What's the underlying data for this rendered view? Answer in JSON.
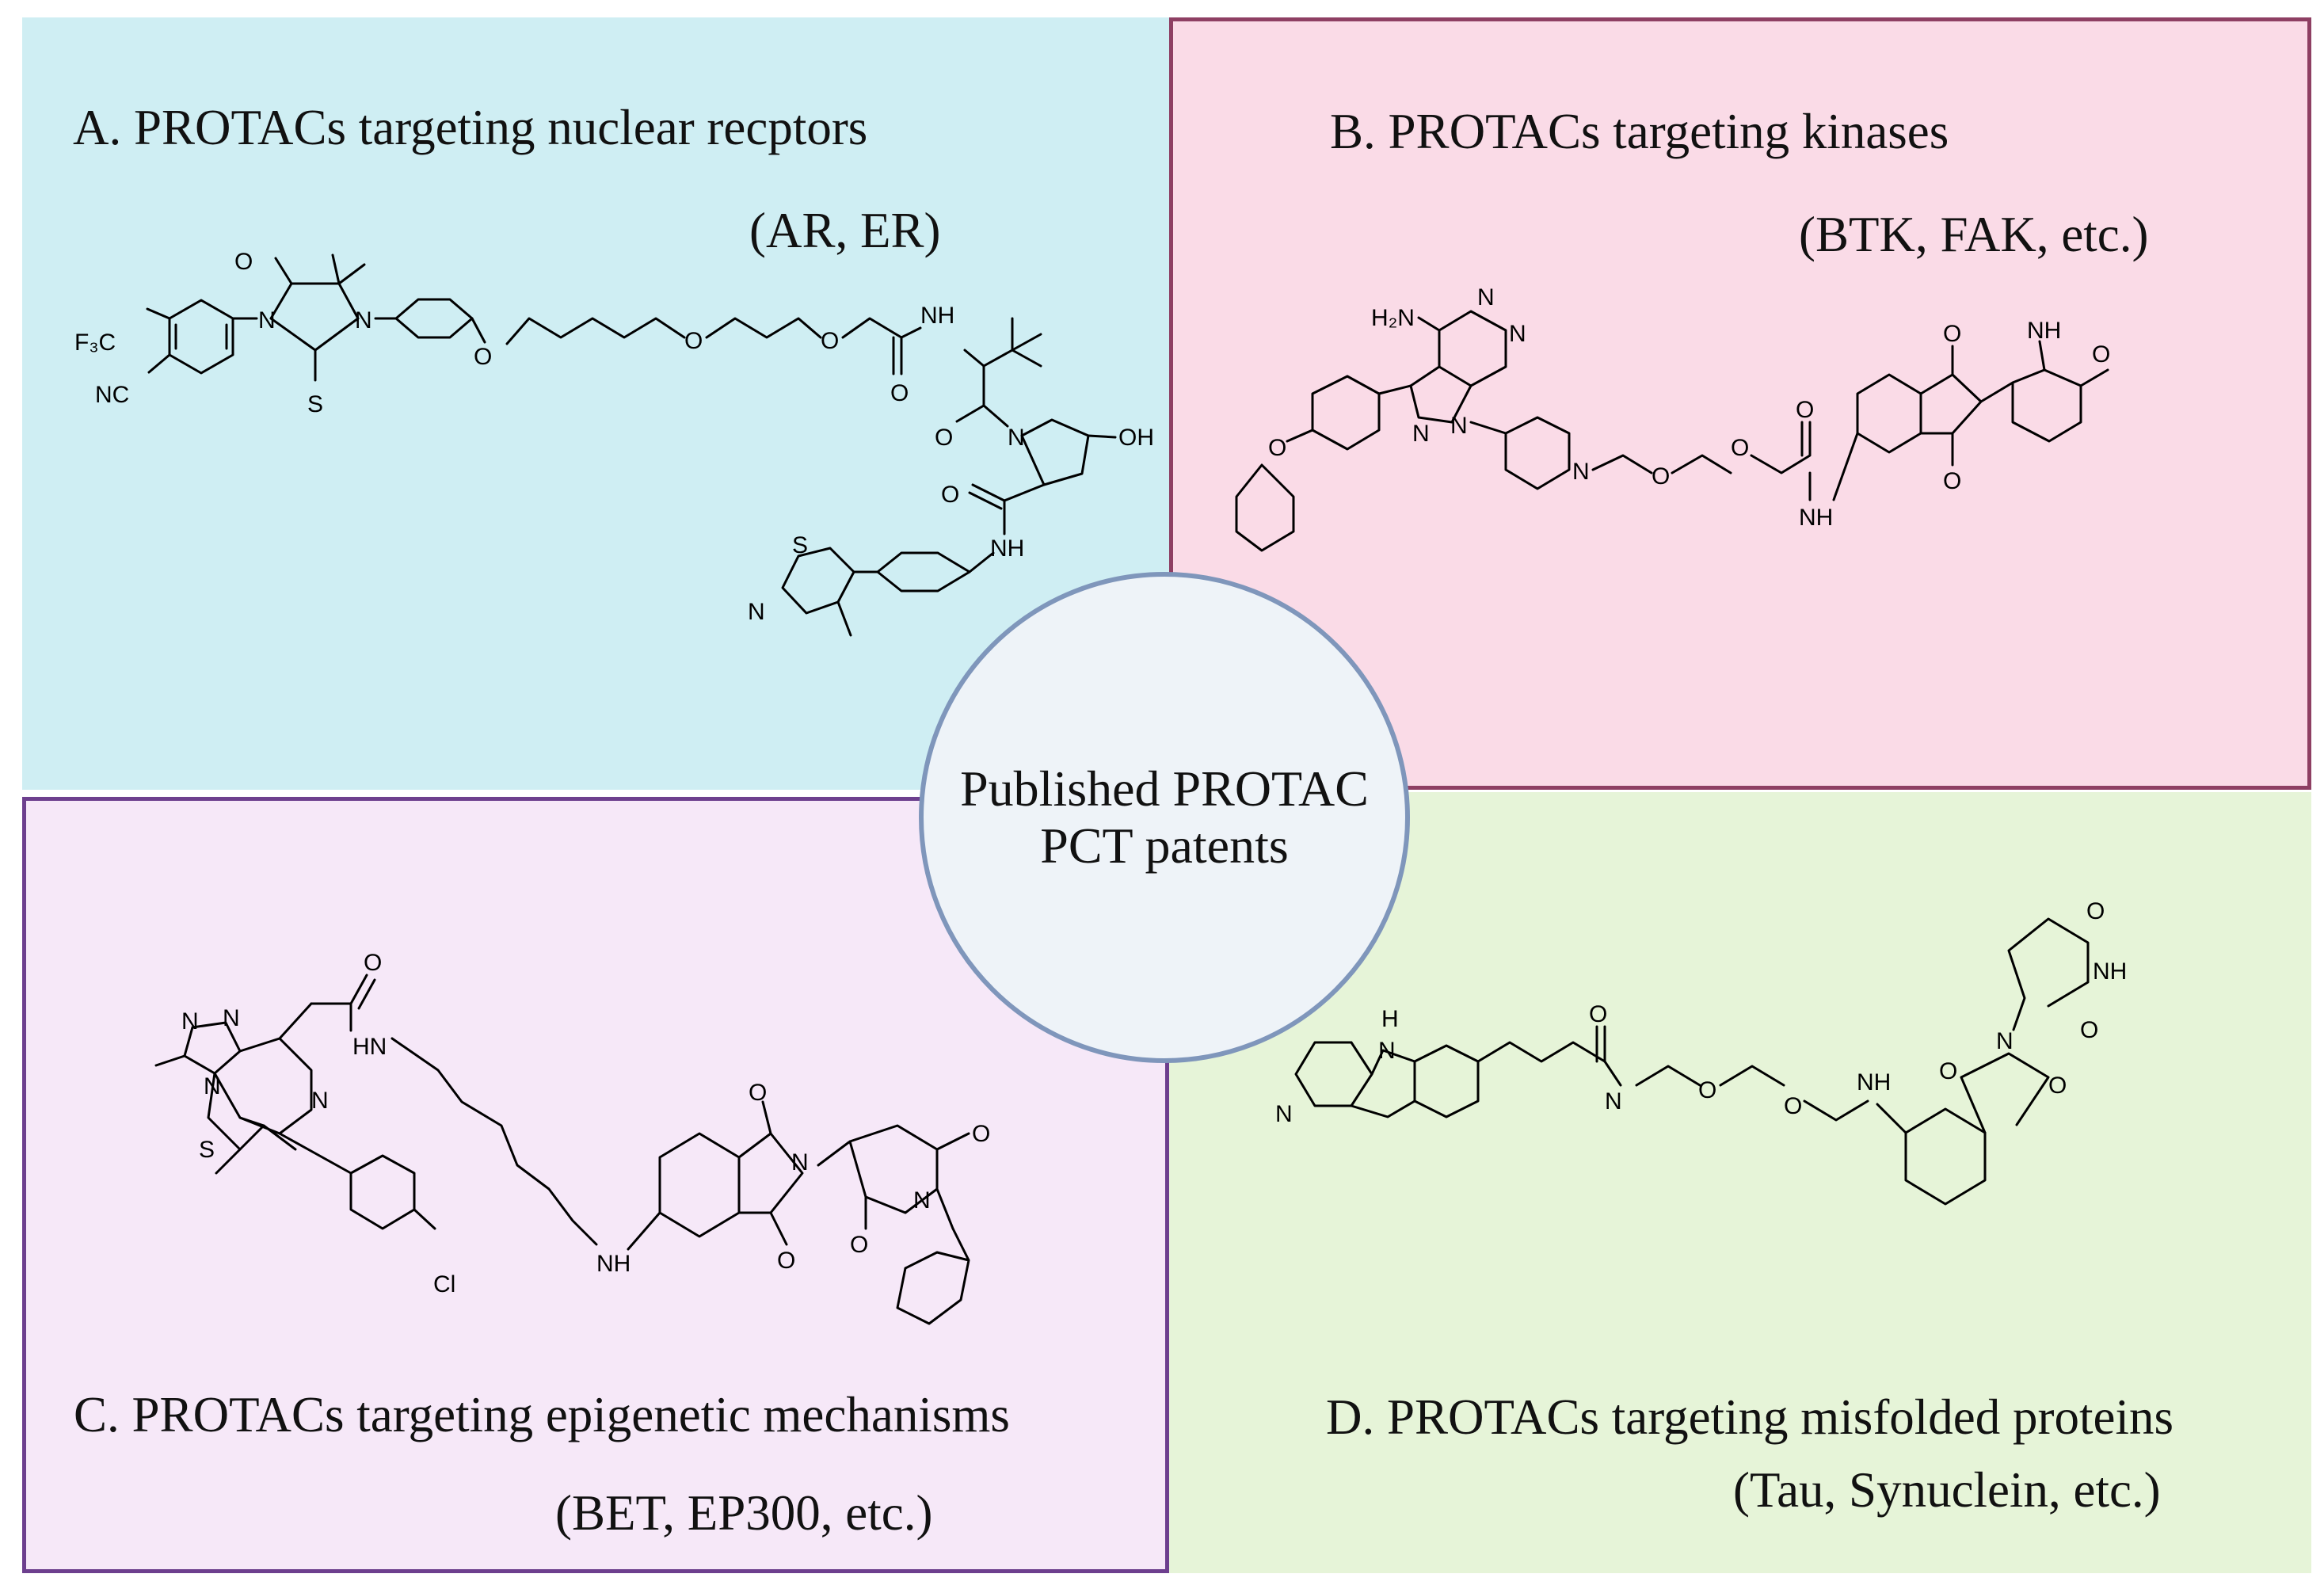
{
  "panels": {
    "a": {
      "title": "A. PROTACs targeting nuclear recptors",
      "targets": "(AR, ER)",
      "color": "#cfeef3"
    },
    "b": {
      "title": "B. PROTACs targeting kinases",
      "targets": "(BTK, FAK, etc.)",
      "color": "#fadbe7"
    },
    "c": {
      "title": "C. PROTACs targeting epigenetic mechanisms",
      "targets": "(BET, EP300, etc.)",
      "color": "#f6e8f8"
    },
    "d": {
      "title": "D. PROTACs targeting misfolded proteins",
      "targets": "(Tau, Synuclein, etc.)",
      "color": "#e6f4d8"
    }
  },
  "center": {
    "line1": "Published PROTAC",
    "line2": "PCT patents"
  },
  "structures": {
    "a": {
      "labels": [
        "F₃C",
        "NC",
        "O",
        "N",
        "N",
        "S",
        "O",
        "O",
        "O",
        "O",
        "NH",
        "O",
        "N",
        "OH",
        "O",
        "NH",
        "S",
        "N"
      ]
    },
    "b": {
      "labels": [
        "H₂N",
        "N",
        "N",
        "N",
        "N",
        "O",
        "N",
        "O",
        "O",
        "O",
        "NH",
        "O",
        "O",
        "NH",
        "O"
      ]
    },
    "c": {
      "labels": [
        "N",
        "N",
        "N",
        "N",
        "S",
        "O",
        "HN",
        "Cl",
        "NH",
        "O",
        "O",
        "N",
        "O",
        "N",
        "O"
      ]
    },
    "d": {
      "labels": [
        "H",
        "N",
        "N",
        "O",
        "N",
        "O",
        "O",
        "NH",
        "O",
        "O",
        "N",
        "O",
        "NH",
        "O"
      ]
    }
  }
}
